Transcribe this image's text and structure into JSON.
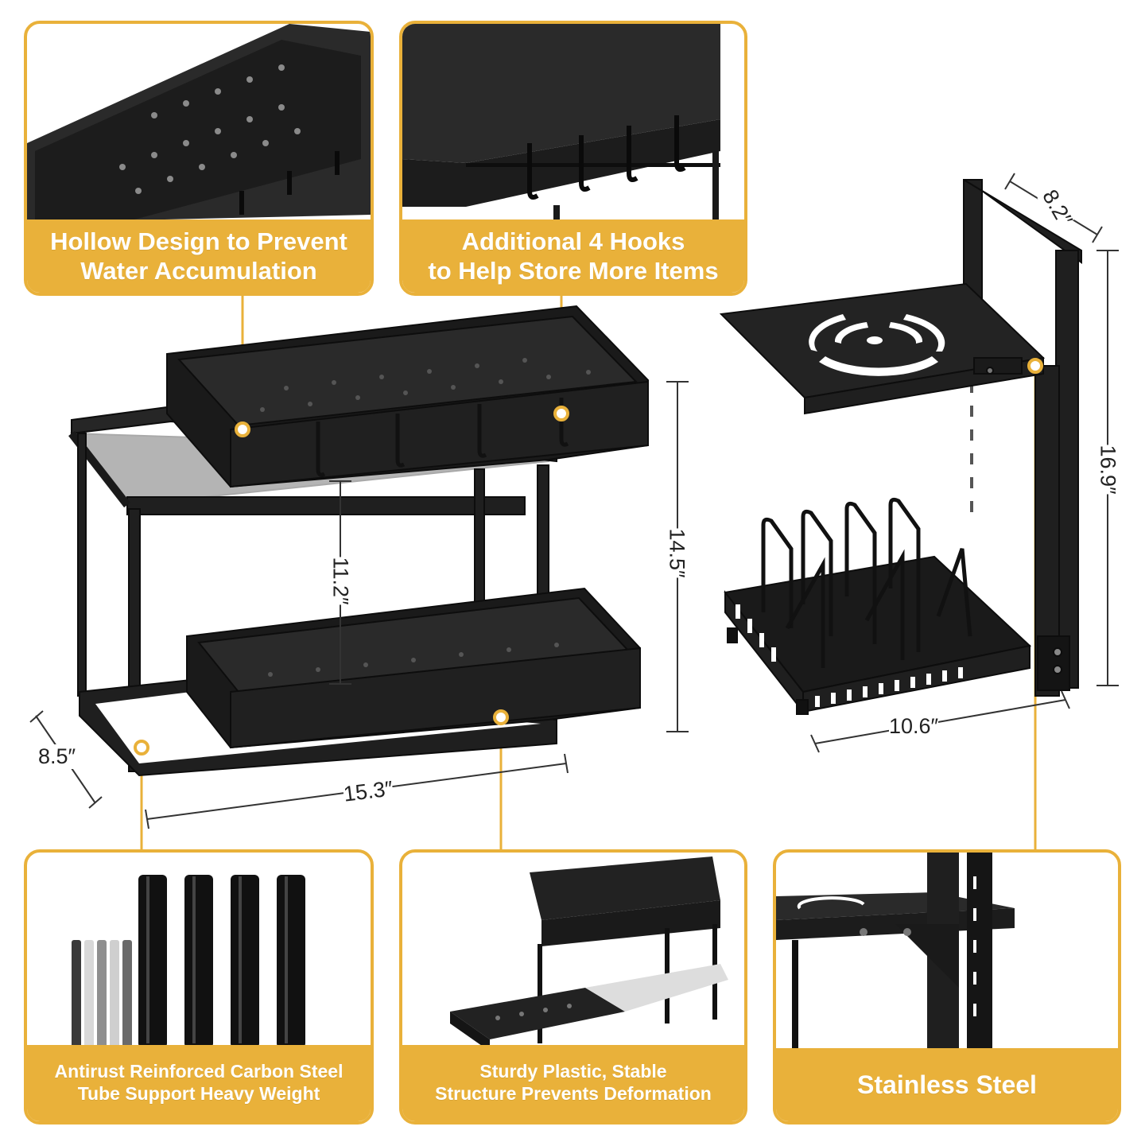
{
  "colors": {
    "accent": "#e9b13a",
    "product": "#1f1f1f",
    "caption_text": "#ffffff"
  },
  "features": {
    "hollow": {
      "line1": "Hollow Design to Prevent",
      "line2": "Water Accumulation"
    },
    "hooks": {
      "line1": "Additional 4 Hooks",
      "line2": "to Help Store More Items"
    },
    "tubes": {
      "line1": "Antirust Reinforced Carbon Steel",
      "line2": "Tube Support Heavy Weight"
    },
    "plastic": {
      "line1": "Sturdy Plastic, Stable",
      "line2": "Structure Prevents Deformation"
    },
    "steel": {
      "line1": "Stainless Steel"
    }
  },
  "dimensions": {
    "height_left": "14.5″",
    "inner_gap": "11.2″",
    "depth_left": "8.5″",
    "width_left": "15.3″",
    "depth_right": "8.2″",
    "height_right": "16.9″",
    "width_right": "10.6″"
  }
}
